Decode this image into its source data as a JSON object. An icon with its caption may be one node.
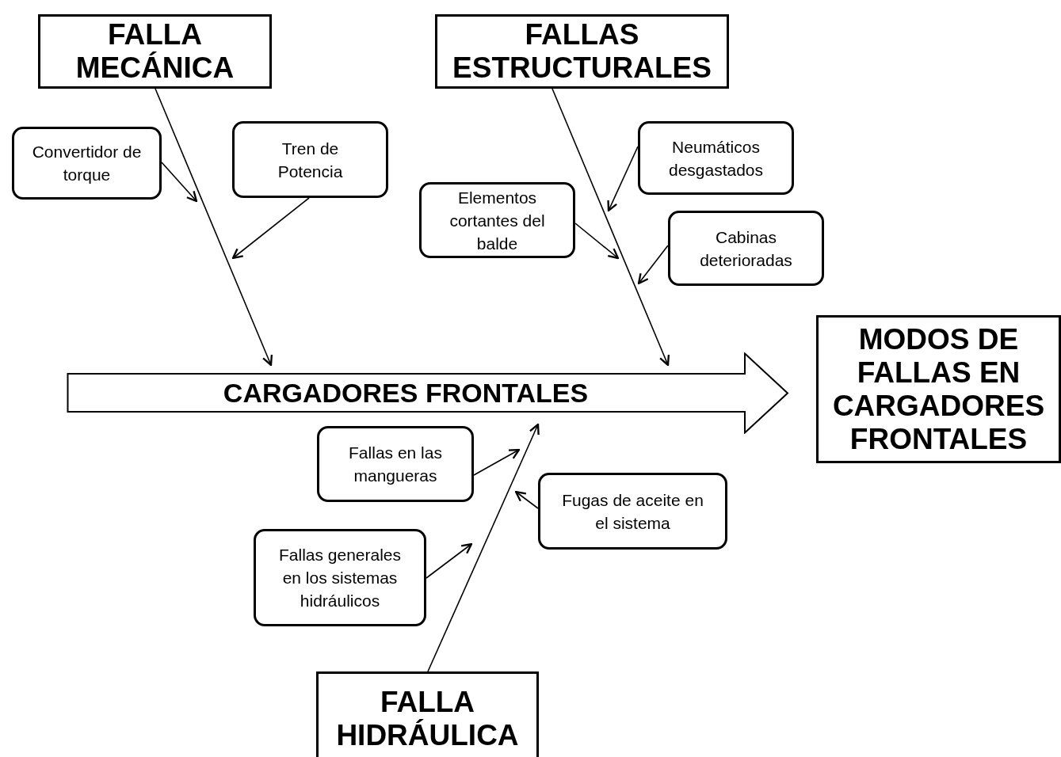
{
  "diagram": {
    "nodes": [
      {
        "text": [
          "FALLA MECÁNICA"
        ]
      },
      {
        "text": [
          "Convertidor de torque"
        ]
      },
      {
        "text": [
          "Tren de Potencia"
        ]
      },
      {
        "text": [
          "FALLAS ESTRUCTURALES"
        ]
      },
      {
        "text": [
          "Neumáticos desgastados"
        ]
      },
      {
        "text": [
          "Elementos cortantes del balde"
        ]
      },
      {
        "text": [
          "Cabinas deterioradas"
        ]
      },
      {
        "text": [
          "CARGADORES FRONTALES"
        ]
      },
      {
        "text": [
          "MODOS DE FALLAS EN CARGADORES FRONTALES"
        ]
      },
      {
        "text": [
          "Fallas en las mangueras"
        ]
      },
      {
        "text": [
          "Fugas de aceite en el sistema"
        ]
      },
      {
        "text": [
          "Fallas generales en los sistemas hidráulicos"
        ]
      },
      {
        "text": [
          "FALLA HIDRÁULICA"
        ]
      }
    ],
    "edges": [
      {
        "from": 0,
        "to": 7,
        "arrow": "to"
      },
      {
        "from": 1,
        "to": null,
        "arrow": "to"
      },
      {
        "from": 2,
        "to": null,
        "arrow": "to"
      },
      {
        "from": 3,
        "to": 7,
        "arrow": "to"
      },
      {
        "from": 4,
        "to": null,
        "arrow": "to"
      },
      {
        "from": 5,
        "to": null,
        "arrow": "to"
      },
      {
        "from": 6,
        "to": null,
        "arrow": "to"
      },
      {
        "from": 12,
        "to": 7,
        "arrow": "to"
      },
      {
        "from": 9,
        "to": null,
        "arrow": "to"
      },
      {
        "from": 10,
        "to": null,
        "arrow": "to"
      },
      {
        "from": 11,
        "to": null,
        "arrow": "to"
      }
    ]
  }
}
